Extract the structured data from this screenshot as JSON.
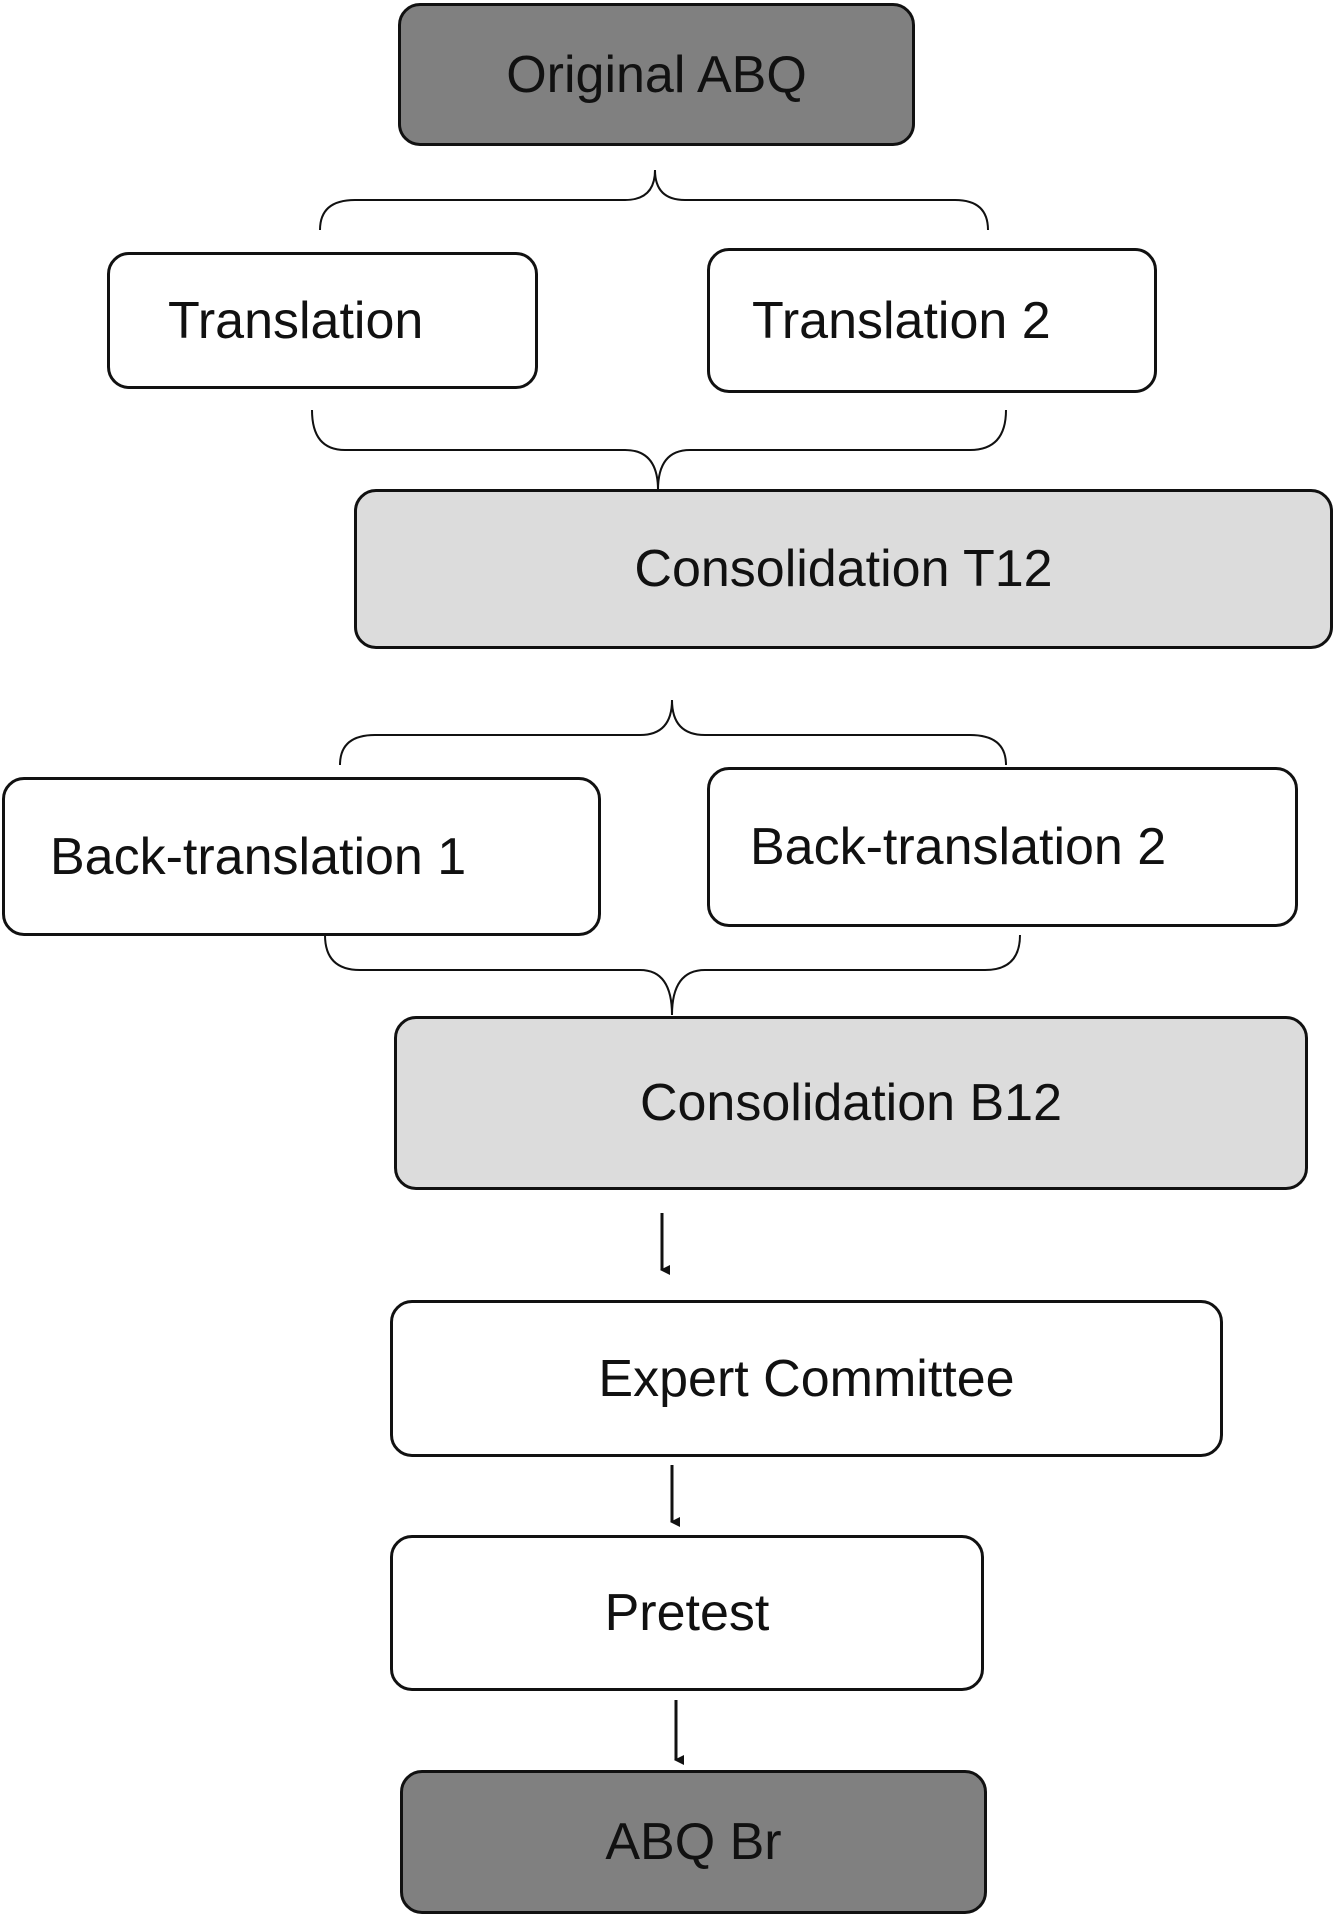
{
  "diagram": {
    "nodes": {
      "original": "Original ABQ",
      "translation_1": "Translation",
      "translation_2": "Translation 2",
      "consolidation_t12": "Consolidation T12",
      "back_translation_1": "Back-translation 1",
      "back_translation_2": "Back-translation 2",
      "consolidation_b12": "Consolidation B12",
      "expert_committee": "Expert Committee",
      "pretest": "Pretest",
      "abq_br": "ABQ Br"
    },
    "colors": {
      "stroke": "#111111",
      "terminal_fill": "#808080",
      "consolidation_fill": "#dcdcdc",
      "step_fill": "#ffffff"
    }
  }
}
